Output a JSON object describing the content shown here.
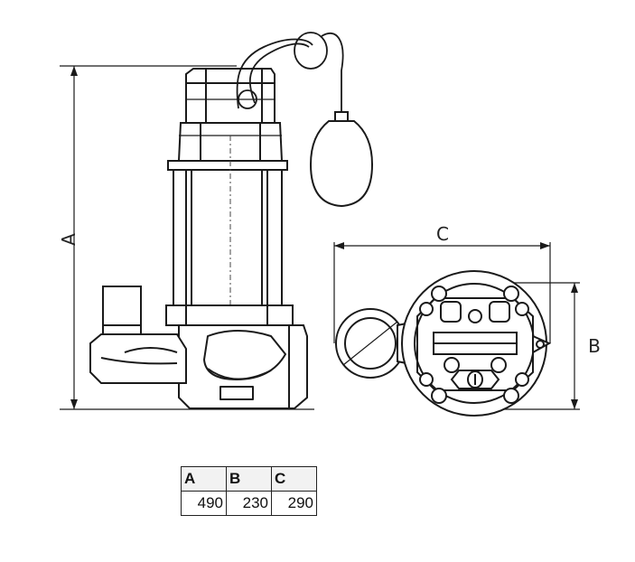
{
  "labels": {
    "height": "A",
    "depth": "B",
    "width": "C"
  },
  "table": {
    "headers": [
      "A",
      "B",
      "C"
    ],
    "values": [
      "490",
      "230",
      "290"
    ]
  }
}
